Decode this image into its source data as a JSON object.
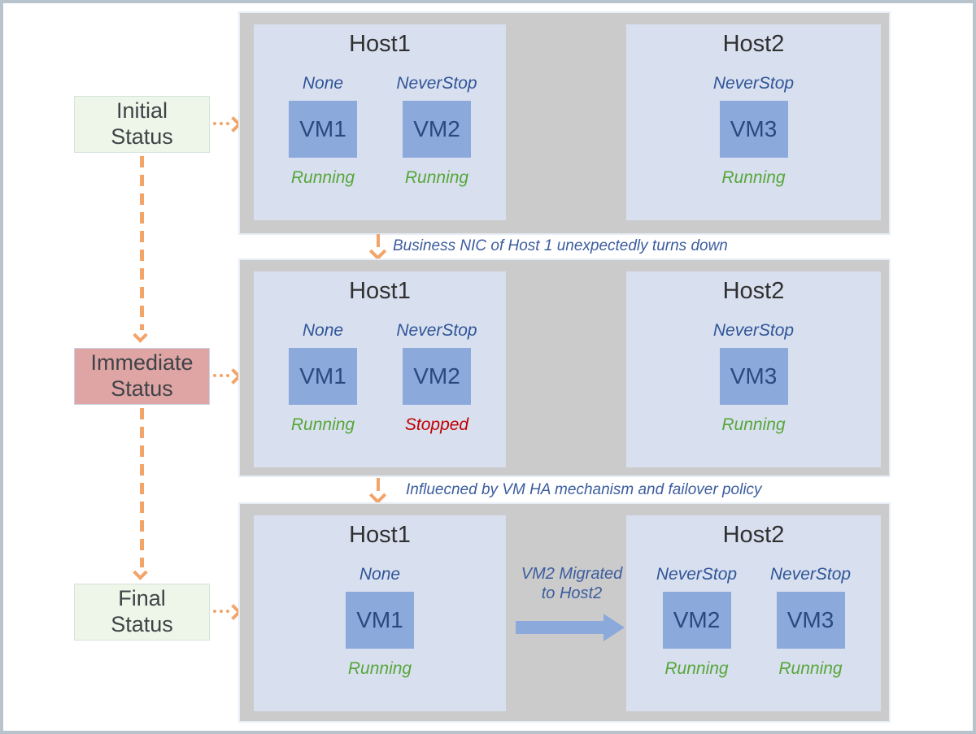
{
  "colors": {
    "frame_border": "#b9c3cc",
    "panel_bg": "#cbcbcb",
    "panel_outline": "#e8eef6",
    "host_bg": "#d8dfef",
    "vm_bg": "#8ca9dc",
    "vm_text": "#2a4a7e",
    "policy_text": "#2f5597",
    "running_green": "#56a738",
    "stopped_red": "#c00000",
    "status_green_bg": "#eef5e9",
    "status_pink_bg": "#dfa4a4",
    "flow_arrow_orange": "#f2a469",
    "transition_text_blue": "#3c5d9e",
    "migration_arrow_blue": "#8ca9dc"
  },
  "left_labels": [
    {
      "label": "Initial\nStatus"
    },
    {
      "label": "Immediate\nStatus"
    },
    {
      "label": "Final\nStatus"
    }
  ],
  "transitions": [
    {
      "text": "Business NIC of Host 1 unexpectedly turns down"
    },
    {
      "text": "Influecned by VM HA mechanism and failover policy"
    }
  ],
  "migration": {
    "label": "VM2 Migrated\nto Host2"
  },
  "panels": [
    {
      "name": "initial-status",
      "hosts": [
        {
          "title": "Host1",
          "vms": [
            {
              "name": "VM1",
              "policy": "None",
              "status": "Running"
            },
            {
              "name": "VM2",
              "policy": "NeverStop",
              "status": "Running"
            }
          ]
        },
        {
          "title": "Host2",
          "vms": [
            {
              "name": "VM3",
              "policy": "NeverStop",
              "status": "Running"
            }
          ]
        }
      ]
    },
    {
      "name": "immediate-status",
      "hosts": [
        {
          "title": "Host1",
          "vms": [
            {
              "name": "VM1",
              "policy": "None",
              "status": "Running"
            },
            {
              "name": "VM2",
              "policy": "NeverStop",
              "status": "Stopped"
            }
          ]
        },
        {
          "title": "Host2",
          "vms": [
            {
              "name": "VM3",
              "policy": "NeverStop",
              "status": "Running"
            }
          ]
        }
      ]
    },
    {
      "name": "final-status",
      "hosts": [
        {
          "title": "Host1",
          "vms": [
            {
              "name": "VM1",
              "policy": "None",
              "status": "Running"
            }
          ]
        },
        {
          "title": "Host2",
          "vms": [
            {
              "name": "VM2",
              "policy": "NeverStop",
              "status": "Running"
            },
            {
              "name": "VM3",
              "policy": "NeverStop",
              "status": "Running"
            }
          ]
        }
      ]
    }
  ]
}
